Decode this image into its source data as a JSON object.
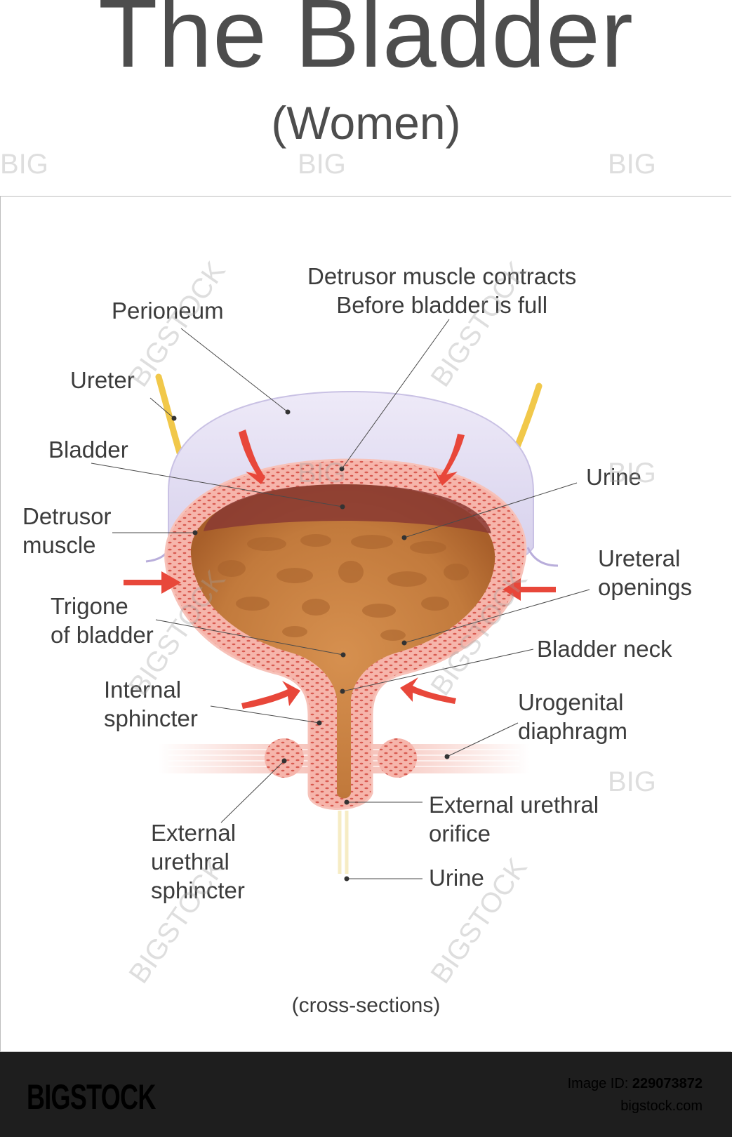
{
  "title": "The Bladder",
  "subtitle": "(Women)",
  "labels": {
    "detrusor_contracts": "Detrusor muscle contracts\nBefore bladder is full",
    "perioneum": "Perioneum",
    "ureter": "Ureter",
    "bladder": "Bladder",
    "detrusor_muscle": "Detrusor\nmuscle",
    "trigone": "Trigone\nof bladder",
    "internal_sphincter": "Internal\nsphincter",
    "external_urethral_sphincter": "External\nurethral\nsphincter",
    "urine_top": "Urine",
    "ureteral_openings": "Ureteral\nopenings",
    "bladder_neck": "Bladder neck",
    "urogenital_diaphragm": "Urogenital\ndiaphragm",
    "external_urethral_orifice": "External urethral\norifice",
    "urine_bottom": "Urine"
  },
  "caption": "(cross-sections)",
  "watermark": {
    "big": "BIG",
    "bigstock": "BIGSTOCK"
  },
  "footer": {
    "logo": "BIGSTOCK",
    "image_id_label": "Image ID: ",
    "image_id": "229073872",
    "site": "bigstock.com"
  },
  "colors": {
    "muscle": "#f3a59c",
    "muscle_dots": "#d9534f",
    "urine": "#c8793f",
    "perioneum": "#dcd6f0",
    "ureter": "#f1c84a",
    "arrow": "#e8473a",
    "footer_bg": "#1e1e1e"
  }
}
